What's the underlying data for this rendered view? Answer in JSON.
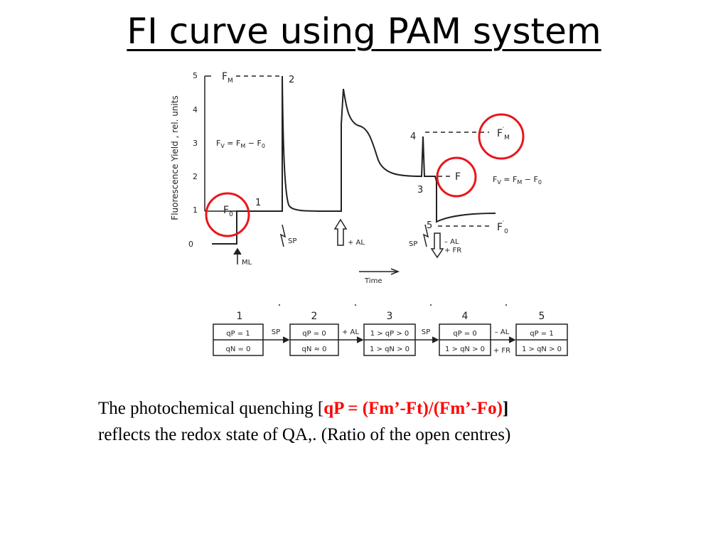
{
  "slide": {
    "title": "FI curve using PAM system"
  },
  "graph": {
    "y_axis_label": "Fluorescence Yield , rel. units",
    "y_ticks": [
      "0",
      "1",
      "2",
      "3",
      "4",
      "5"
    ],
    "x_axis_label": "Time",
    "levels": {
      "fm": "F",
      "fm_sub": "M",
      "f0": "F",
      "f0_sub": "0",
      "fm_prime": "F",
      "fm_prime_sub": "M",
      "f": "F",
      "f0_prime": "F",
      "f0_prime_sub": "0"
    },
    "equations": {
      "fv": "F",
      "fv_sub": "V",
      "fv_mid": " = F",
      "fv_sub2": "M",
      "fv_end": " − F",
      "fv_sub3": "0",
      "fv_prime": "F",
      "fv_prime_sub": "V",
      "fv_prime_mid": " = F",
      "fv_prime_sub2": "M",
      "fv_prime_end": " − F",
      "fv_prime_sub3": "0"
    },
    "point_numbers": [
      "1",
      "2",
      "3",
      "4",
      "5"
    ],
    "pulses": {
      "ml": "ML",
      "sp1": "SP",
      "al_on": "+ AL",
      "sp2": "SP",
      "al_off": "– AL",
      "fr_on": "+ FR"
    },
    "highlight_color": "#e8161b"
  },
  "scheme": {
    "boxes": [
      {
        "number": "1",
        "line1": "qP = 1",
        "line2": "qN = 0"
      },
      {
        "number": "2",
        "line1": "qP = 0",
        "line2": "qN ≈ 0"
      },
      {
        "number": "3",
        "line1": "1 > qP > 0",
        "line2": "1 > qN > 0"
      },
      {
        "number": "4",
        "line1": "qP = 0",
        "line2": "1 > qN > 0"
      },
      {
        "number": "5",
        "line1": "qP = 1",
        "line2": "1 > qN > 0"
      }
    ],
    "transitions": [
      {
        "top": "SP",
        "bottom": ""
      },
      {
        "top": "+ AL",
        "bottom": ""
      },
      {
        "top": "SP",
        "bottom": ""
      },
      {
        "top": "– AL",
        "bottom": "+ FR"
      }
    ]
  },
  "caption": {
    "line1_pre": "The photochemical quenching [",
    "line1_formula": "qP = (Fm’-Ft)/(Fm’-Fo)",
    "line1_post": "]",
    "line2": "reflects the redox state of QA,. (Ratio of the open centres)"
  }
}
